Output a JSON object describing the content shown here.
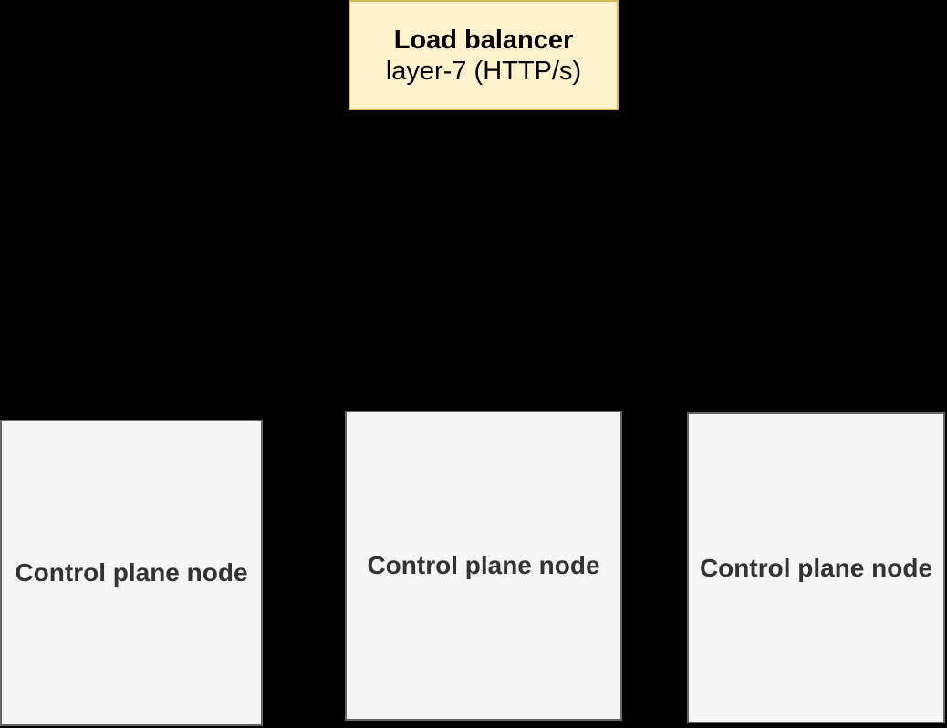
{
  "diagram": {
    "load_balancer": {
      "title": "Load balancer",
      "subtitle": "layer-7 (HTTP/s)"
    },
    "nodes": [
      {
        "label": "Control plane node"
      },
      {
        "label": "Control plane node"
      },
      {
        "label": "Control plane node"
      }
    ],
    "colors": {
      "background": "#000000",
      "lb-fill": "#FFF2CC",
      "lb-border": "#D6B656",
      "lb-text": "#000000",
      "node-fill": "#F5F5F5",
      "node-border": "#666666",
      "node-text": "#333333"
    }
  }
}
